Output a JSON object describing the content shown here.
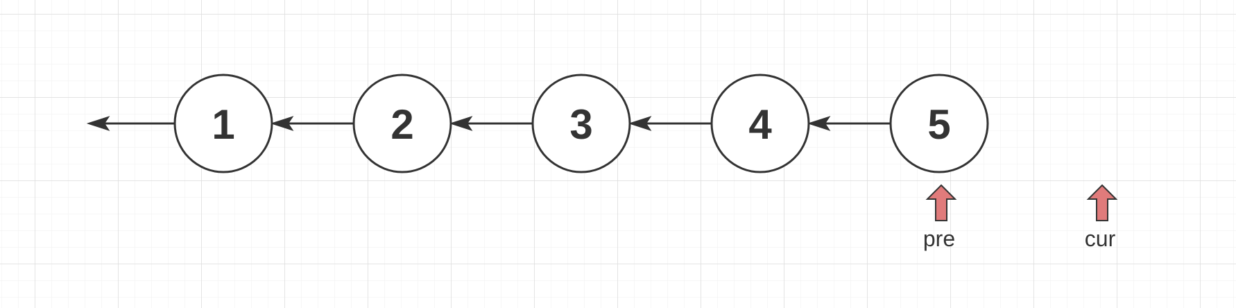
{
  "diagram": {
    "nodes": [
      {
        "label": "1"
      },
      {
        "label": "2"
      },
      {
        "label": "3"
      },
      {
        "label": "4"
      },
      {
        "label": "5"
      }
    ],
    "pointers": [
      {
        "label": "pre"
      },
      {
        "label": "cur"
      }
    ],
    "colors": {
      "stroke": "#333333",
      "node_fill": "#ffffff",
      "pointer_fill": "#e07b7b",
      "grid_minor": "#efefef",
      "grid_major": "#dcdcdc",
      "background": "#ffffff"
    }
  }
}
